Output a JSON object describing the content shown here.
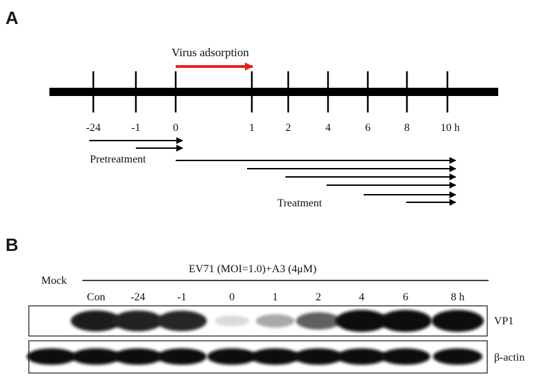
{
  "panel_a": {
    "label": "A",
    "arrow_label": "Virus adsorption",
    "time_ticks": [
      "-24",
      "-1",
      "0",
      "1",
      "2",
      "4",
      "6",
      "8",
      "10 h"
    ],
    "pretreatment_label": "Pretreatment",
    "treatment_label": "Treatment",
    "accent_color": "#e8201f"
  },
  "panel_b": {
    "label": "B",
    "mock_label": "Mock",
    "group_label": "EV71 (MOI=1.0)+A3 (4μM)",
    "lanes": [
      "Con",
      "-24",
      "-1",
      "0",
      "1",
      "2",
      "4",
      "6",
      "8 h"
    ],
    "vp1_label": "VP1",
    "actin_label": "β-actin",
    "vp1_intensity": [
      0,
      0.92,
      0.9,
      0.88,
      0.08,
      0.3,
      0.62,
      1.0,
      1.0,
      1.0
    ]
  }
}
